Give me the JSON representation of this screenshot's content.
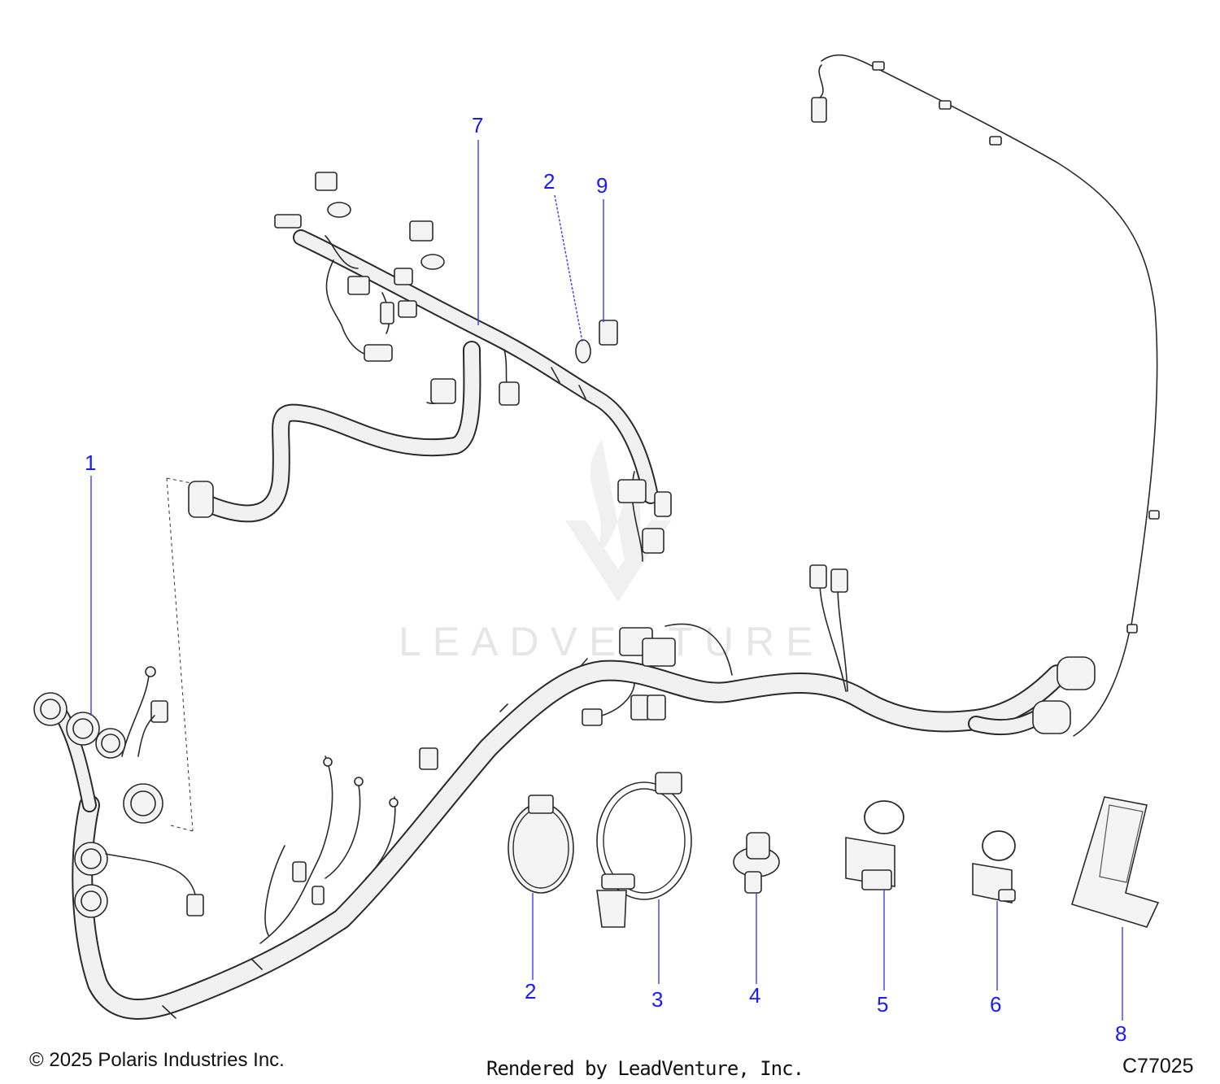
{
  "callouts": [
    "1",
    "7",
    "2",
    "9",
    "2",
    "3",
    "4",
    "5",
    "6",
    "8"
  ],
  "footer": {
    "copyright": "© 2025 Polaris Industries Inc.",
    "rendered_by": "Rendered by LeadVenture, Inc.",
    "diagram_id": "C77025"
  },
  "watermark": "LEADVENTURE",
  "colors": {
    "callout": "#1a1aff",
    "line": "#2a2a2a",
    "part_fill": "#f4f4f4"
  },
  "icons": [
    "leadventure-logo-icon"
  ]
}
